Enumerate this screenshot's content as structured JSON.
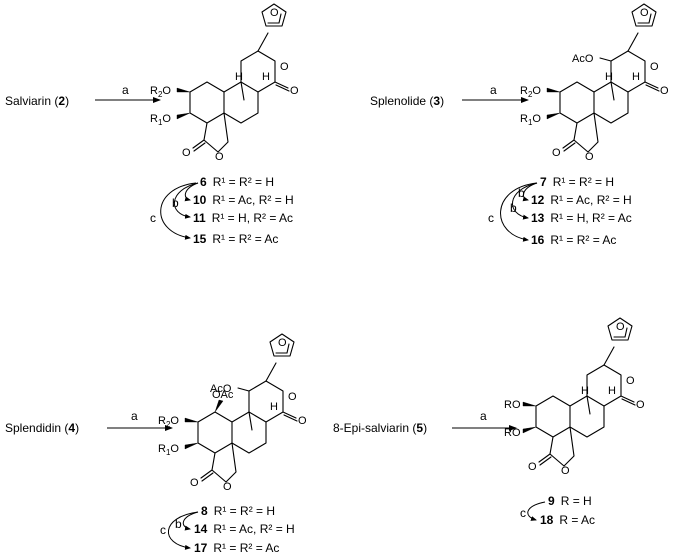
{
  "reactions": [
    {
      "start_name": "Salviarin",
      "start_num": "2",
      "reagent": "a",
      "products": [
        {
          "num": "6",
          "text": "R¹ = R² = H"
        },
        {
          "num": "10",
          "text": "R¹ = Ac, R² = H"
        },
        {
          "num": "11",
          "text": "R¹ = H, R² = Ac"
        },
        {
          "num": "15",
          "text": "R¹ = R² = Ac"
        }
      ],
      "step_labels": [
        "c",
        "b"
      ]
    },
    {
      "start_name": "Splenolide",
      "start_num": "3",
      "reagent": "a",
      "products": [
        {
          "num": "7",
          "text": "R¹ = R² = H"
        },
        {
          "num": "12",
          "text": "R¹ = Ac, R² = H"
        },
        {
          "num": "13",
          "text": "R¹ = H, R² = Ac"
        },
        {
          "num": "16",
          "text": "R¹ = R² = Ac"
        }
      ],
      "step_labels": [
        "c",
        "b",
        "b"
      ]
    },
    {
      "start_name": "Splendidin",
      "start_num": "4",
      "reagent": "a",
      "products": [
        {
          "num": "8",
          "text": "R¹ = R² = H"
        },
        {
          "num": "14",
          "text": "R¹ = Ac, R² = H"
        },
        {
          "num": "17",
          "text": "R¹ = R² = Ac"
        }
      ],
      "step_labels": [
        "c",
        "b"
      ]
    },
    {
      "start_name": "8-Epi-salviarin",
      "start_num": "5",
      "reagent": "a",
      "products": [
        {
          "num": "9",
          "text": "R = H"
        },
        {
          "num": "18",
          "text": "R = Ac"
        }
      ],
      "step_labels": [
        "c"
      ]
    }
  ],
  "atom_labels": {
    "r2o": "R",
    "r2o_sub": "2",
    "r2o_tail": "O",
    "r1o": "R",
    "r1o_sub": "1",
    "r1o_tail": "O",
    "ro": "RO",
    "o": "O",
    "h": "H",
    "aco": "AcO",
    "oac": "OAc"
  }
}
